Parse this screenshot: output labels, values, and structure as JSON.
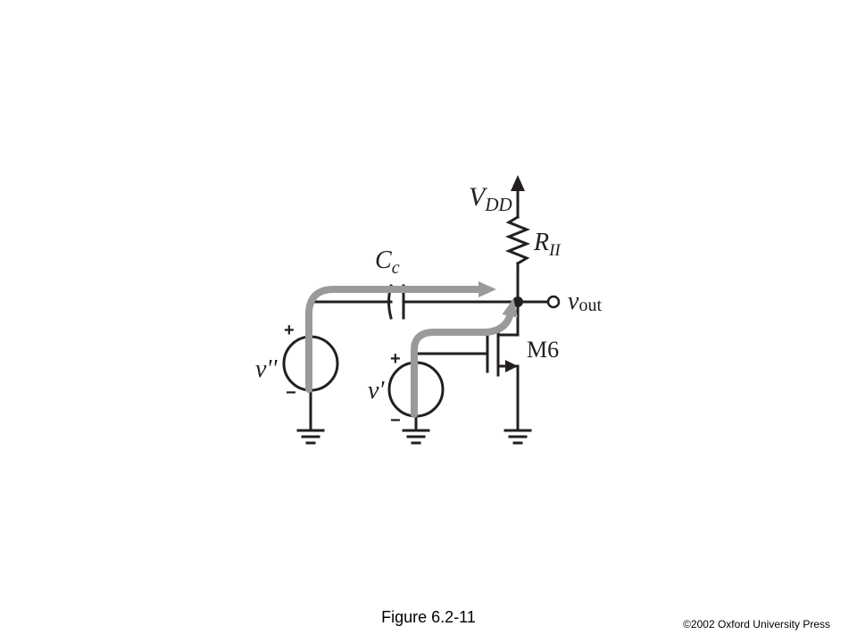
{
  "diagram": {
    "labels": {
      "vdd_main": "V",
      "vdd_sub": "DD",
      "resistor_main": "R",
      "resistor_sub": "II",
      "capacitor_main": "C",
      "capacitor_sub": "c",
      "vout_main": "v",
      "vout_sub": "out",
      "transistor": "M6",
      "source_left": "v''",
      "source_right": "v'",
      "plus": "+",
      "minus": "−"
    }
  },
  "caption": "Figure 6.2-11",
  "copyright": "©2002  Oxford University Press"
}
